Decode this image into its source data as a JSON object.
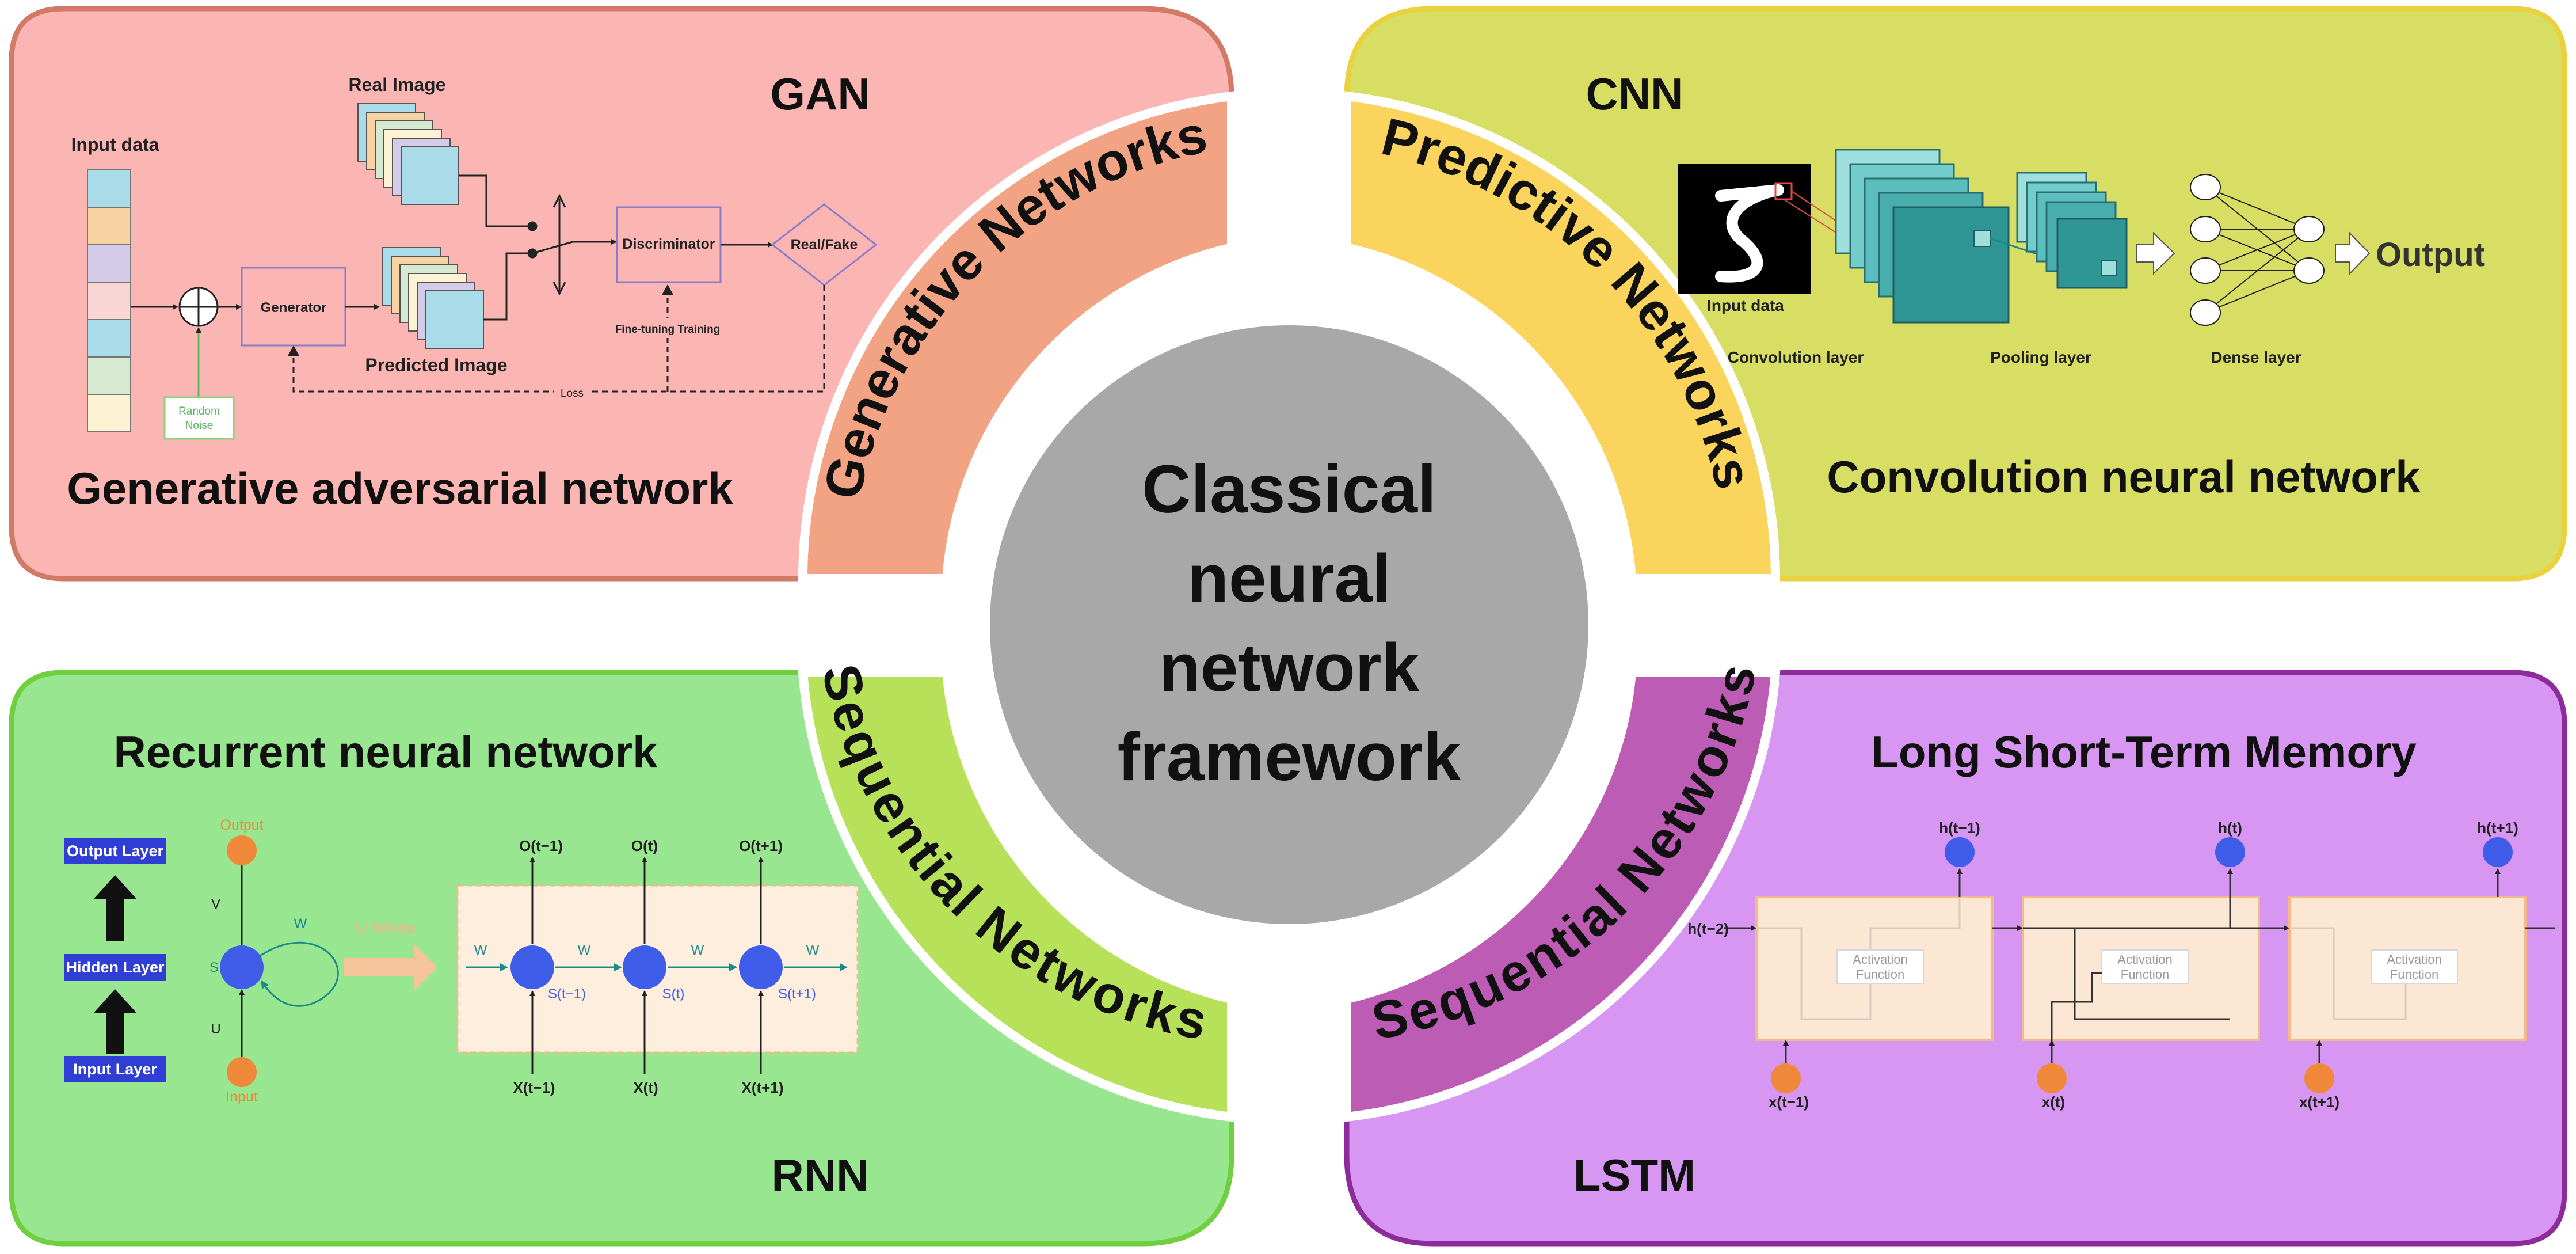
{
  "center": {
    "lines": [
      "Classical",
      "neural",
      "network",
      "framework"
    ]
  },
  "colors": {
    "gan_bg": "#fbb5b3",
    "gan_border": "#d27a66",
    "gan_band": "#f1a384",
    "cnn_bg": "#d8dd63",
    "cnn_border": "#e9d23e",
    "cnn_band": "#fbd45e",
    "rnn_bg": "#98e68f",
    "rnn_border": "#6fcf3f",
    "rnn_band": "#b8e15a",
    "lstm_bg": "#d896f3",
    "lstm_border": "#8e2b9a",
    "lstm_band": "#bc5cb4",
    "center": "#a8a8a8"
  },
  "bands": {
    "generative": "Generative Networks",
    "predictive": "Predictive Networks",
    "sequential_left": "Sequential Networks",
    "sequential_right": "Sequential Networks"
  },
  "gan": {
    "abbr": "GAN",
    "title": "Generative adversarial network",
    "input_data": "Input data",
    "real_image": "Real Image",
    "generator": "Generator",
    "predicted_image": "Predicted Image",
    "discriminator": "Discriminator",
    "real_fake": "Real/Fake",
    "fine_tuning": "Fine-tuning Training",
    "loss": "Loss",
    "random_noise": [
      "Random",
      "Noise"
    ]
  },
  "cnn": {
    "abbr": "CNN",
    "title": "Convolution neural network",
    "input_data": "Input data",
    "conv_layer": "Convolution layer",
    "pooling_layer": "Pooling layer",
    "dense_layer": "Dense layer",
    "output": "Output"
  },
  "rnn": {
    "abbr": "RNN",
    "title": "Recurrent neural network",
    "output_layer": "Output Layer",
    "hidden_layer": "Hidden Layer",
    "input_layer": "Input Layer",
    "output": "Output",
    "input": "Input",
    "unfolding": "Unfolding",
    "v": "V",
    "u": "U",
    "w": "W",
    "s": "S",
    "o_labels": [
      "O(t−1)",
      "O(t)",
      "O(t+1)"
    ],
    "s_labels": [
      "S(t−1)",
      "S(t)",
      "S(t+1)"
    ],
    "x_labels": [
      "X(t−1)",
      "X(t)",
      "X(t+1)"
    ]
  },
  "lstm": {
    "abbr": "LSTM",
    "title": "Long Short-Term Memory",
    "h_labels": [
      "h(t−1)",
      "h(t)",
      "h(t+1)"
    ],
    "h_prev": "h(t−2)",
    "x_labels": [
      "x(t−1)",
      "x(t)",
      "x(t+1)"
    ],
    "activation": [
      "Activation",
      "Function"
    ]
  }
}
